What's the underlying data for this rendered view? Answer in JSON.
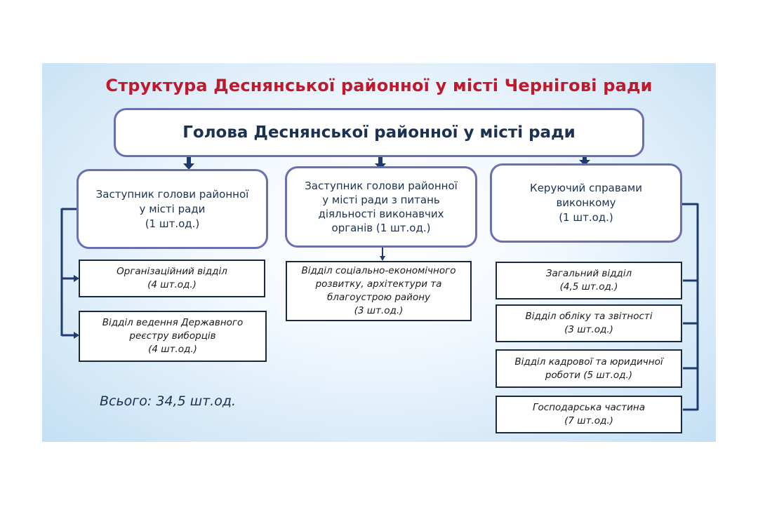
{
  "title": "Структура Деснянської районної у місті Чернігові ради",
  "head": "Голова Деснянської районної у місті ради",
  "deputies": [
    {
      "lines": [
        "Заступник голови районної",
        "у місті ради",
        "(1 шт.од.)"
      ]
    },
    {
      "lines": [
        "Заступник голови районної",
        "у місті ради з питань",
        "діяльності виконавчих",
        "органів  (1 шт.од.)"
      ]
    },
    {
      "lines": [
        "Керуючий справами",
        "виконкому",
        "(1 шт.од.)"
      ]
    }
  ],
  "left_units": [
    {
      "lines": [
        "Організаційний відділ",
        "(4 шт.од.)"
      ]
    },
    {
      "lines": [
        "Відділ ведення Державного",
        "реєстру виборців",
        "(4 шт.од.)"
      ]
    }
  ],
  "center_units": [
    {
      "lines": [
        "Відділ соціально-економічного",
        "розвитку, архітектури та",
        "благоустрою району",
        "(3 шт.од.)"
      ]
    }
  ],
  "right_units": [
    {
      "lines": [
        "Загальний відділ",
        "(4,5 шт.од.)"
      ]
    },
    {
      "lines": [
        "Відділ обліку та звітності",
        "(3 шт.од.)"
      ]
    },
    {
      "lines": [
        "Відділ кадрової та юридичної",
        "роботи (5 шт.од.)"
      ]
    },
    {
      "lines": [
        "Господарська частина",
        "(7 шт.од.)"
      ]
    }
  ],
  "total": "Всього: 34,5 шт.од.",
  "colors": {
    "title": "#c0192c",
    "box_border": "#6a6fb0",
    "connector": "#1f3a6e",
    "text": "#1a3152"
  }
}
